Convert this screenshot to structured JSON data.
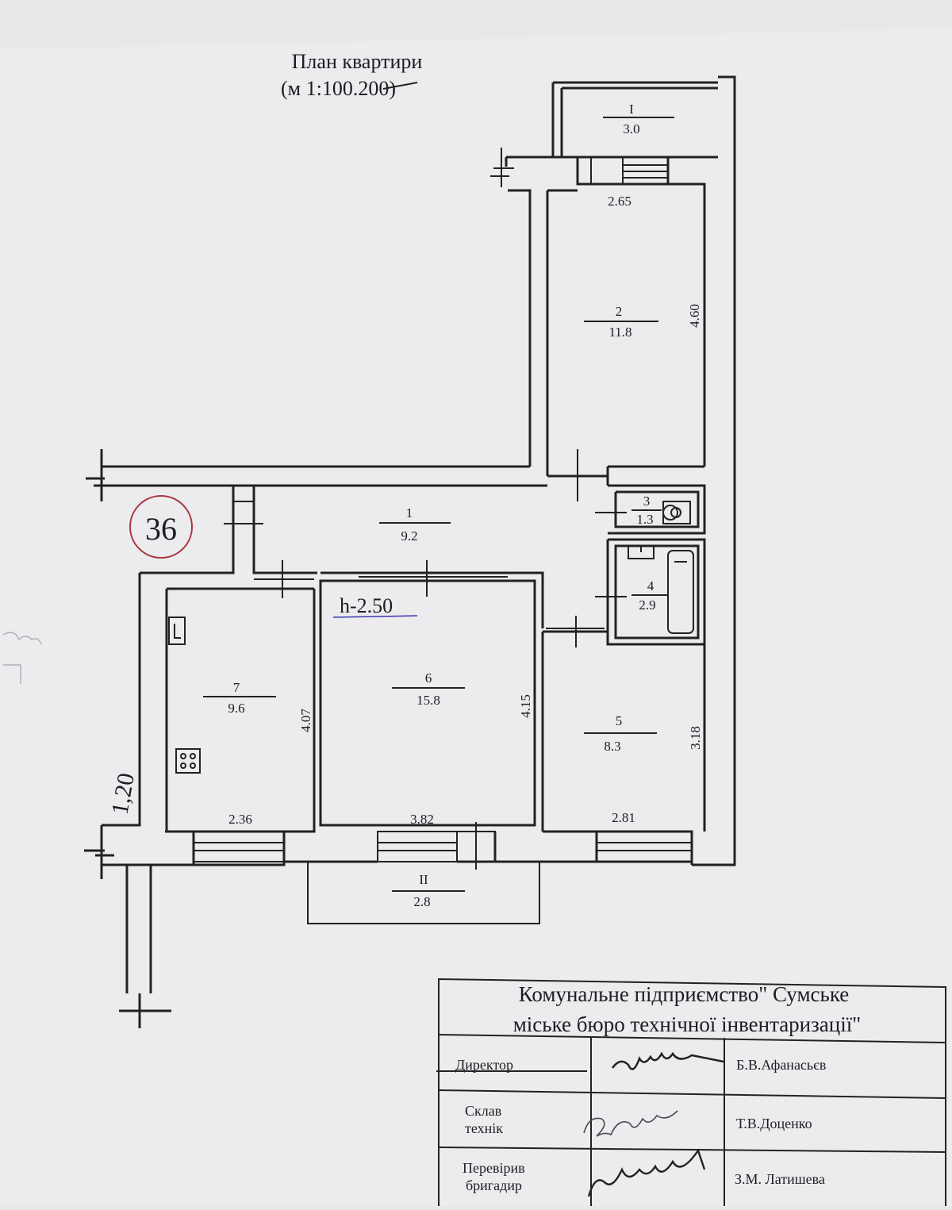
{
  "title": {
    "line1": "План квартири",
    "line2_prefix": "(м 1:100.",
    "line2_struck": "200",
    "line2_suffix": ")"
  },
  "apartment_number": "36",
  "ceiling_height": "h-2.50",
  "side_note": "1,20",
  "rooms": {
    "balcony_i": {
      "number": "I",
      "area": "3.0"
    },
    "room_2": {
      "number": "2",
      "area": "11.8"
    },
    "room_1": {
      "number": "1",
      "area": "9.2"
    },
    "room_3": {
      "number": "3",
      "area": "1.3"
    },
    "room_4": {
      "number": "4",
      "area": "2.9"
    },
    "room_5": {
      "number": "5",
      "area": "8.3"
    },
    "room_6": {
      "number": "6",
      "area": "15.8"
    },
    "room_7": {
      "number": "7",
      "area": "9.6"
    },
    "balcony_ii": {
      "number": "II",
      "area": "2.8"
    }
  },
  "dimensions": {
    "d265": "2.65",
    "d460": "4.60",
    "d407": "4.07",
    "d415": "4.15",
    "d318": "3.18",
    "d236": "2.36",
    "d382": "3.82",
    "d281": "2.81"
  },
  "stamp": {
    "org_line1": "Комунальне підприємство\" Сумське",
    "org_line2": "міське бюро технічної інвентаризації\"",
    "rows": [
      {
        "role": "Директор",
        "name": "Б.В.Афанасьєв"
      },
      {
        "role_line1": "Склав",
        "role_line2": "технік",
        "name": "Т.В.Доценко"
      },
      {
        "role_line1": "Перевірив",
        "role_line2": "бригадир",
        "name": "З.М. Латишева"
      }
    ]
  }
}
